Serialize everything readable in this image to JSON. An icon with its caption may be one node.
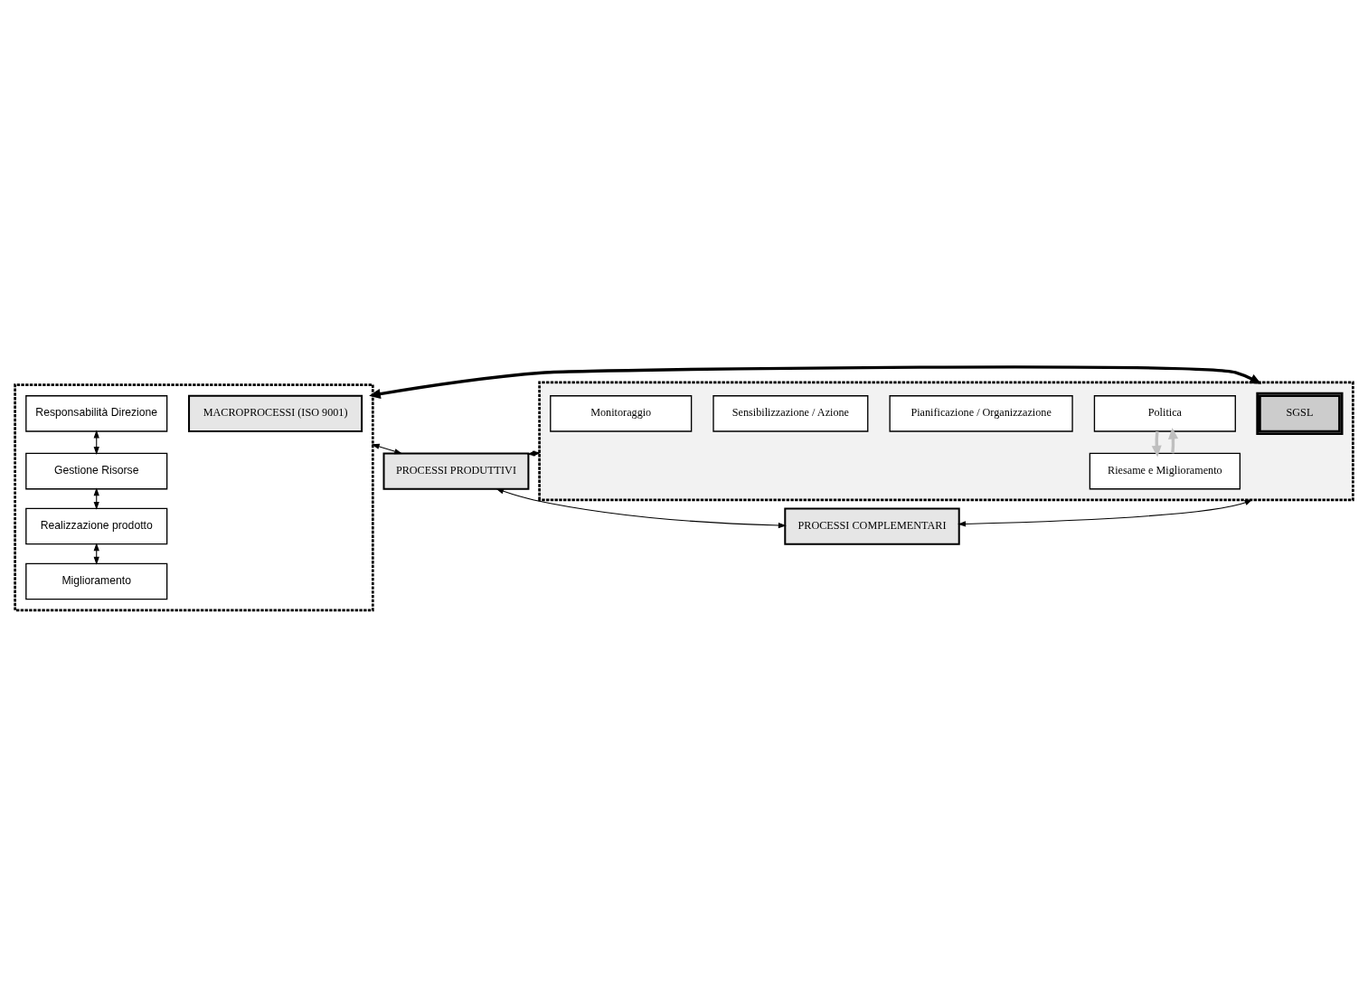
{
  "diagram": {
    "nodes": [
      {
        "text": [],
        "shape": "box"
      },
      {
        "text": [
          "MACROPROCESSI (ISO 9001)"
        ],
        "in": 0
      },
      {
        "text": [
          "Responsabilità Direzione"
        ],
        "in": 0
      },
      {
        "text": [
          "Gestione Risorse"
        ],
        "in": 0
      },
      {
        "text": [
          "Realizzazione prodotto"
        ],
        "in": 0
      },
      {
        "text": [
          "Miglioramento"
        ],
        "in": 0
      },
      {
        "text": [],
        "shape": "box"
      },
      {
        "text": [
          "SGSL"
        ],
        "in": 6
      },
      {
        "text": [
          "Politica"
        ],
        "in": 6
      },
      {
        "text": [
          "Pianificazione / Organizzazione"
        ],
        "in": 6
      },
      {
        "text": [
          "Sensibilizzazione / Azione"
        ],
        "in": 6
      },
      {
        "text": [
          "Monitoraggio"
        ],
        "in": 6
      },
      {
        "text": [
          "Riesame e Miglioramento"
        ],
        "in": 6
      },
      {
        "text": [
          "PROCESSI PRODUTTIVI"
        ]
      },
      {
        "text": [
          "PROCESSI COMPLEMENTARI"
        ]
      }
    ],
    "edges": [
      {
        "from": 0,
        "to": 6,
        "arrow": "both",
        "style": "thick"
      },
      {
        "from": 2,
        "to": 3,
        "arrow": "both"
      },
      {
        "from": 3,
        "to": 4,
        "arrow": "both"
      },
      {
        "from": 4,
        "to": 5,
        "arrow": "both"
      },
      {
        "from": 8,
        "to": 12,
        "arrow": "to",
        "style": "thick",
        "color": "#bfbfbf"
      },
      {
        "from": 12,
        "to": 8,
        "arrow": "to",
        "style": "thick",
        "color": "#bfbfbf"
      },
      {
        "from": 6,
        "to": 13,
        "arrow": "both"
      },
      {
        "from": 6,
        "to": 14,
        "arrow": "both"
      },
      {
        "from": 0,
        "to": 13,
        "arrow": "both"
      },
      {
        "from": 13,
        "to": 14,
        "arrow": "both"
      }
    ]
  }
}
